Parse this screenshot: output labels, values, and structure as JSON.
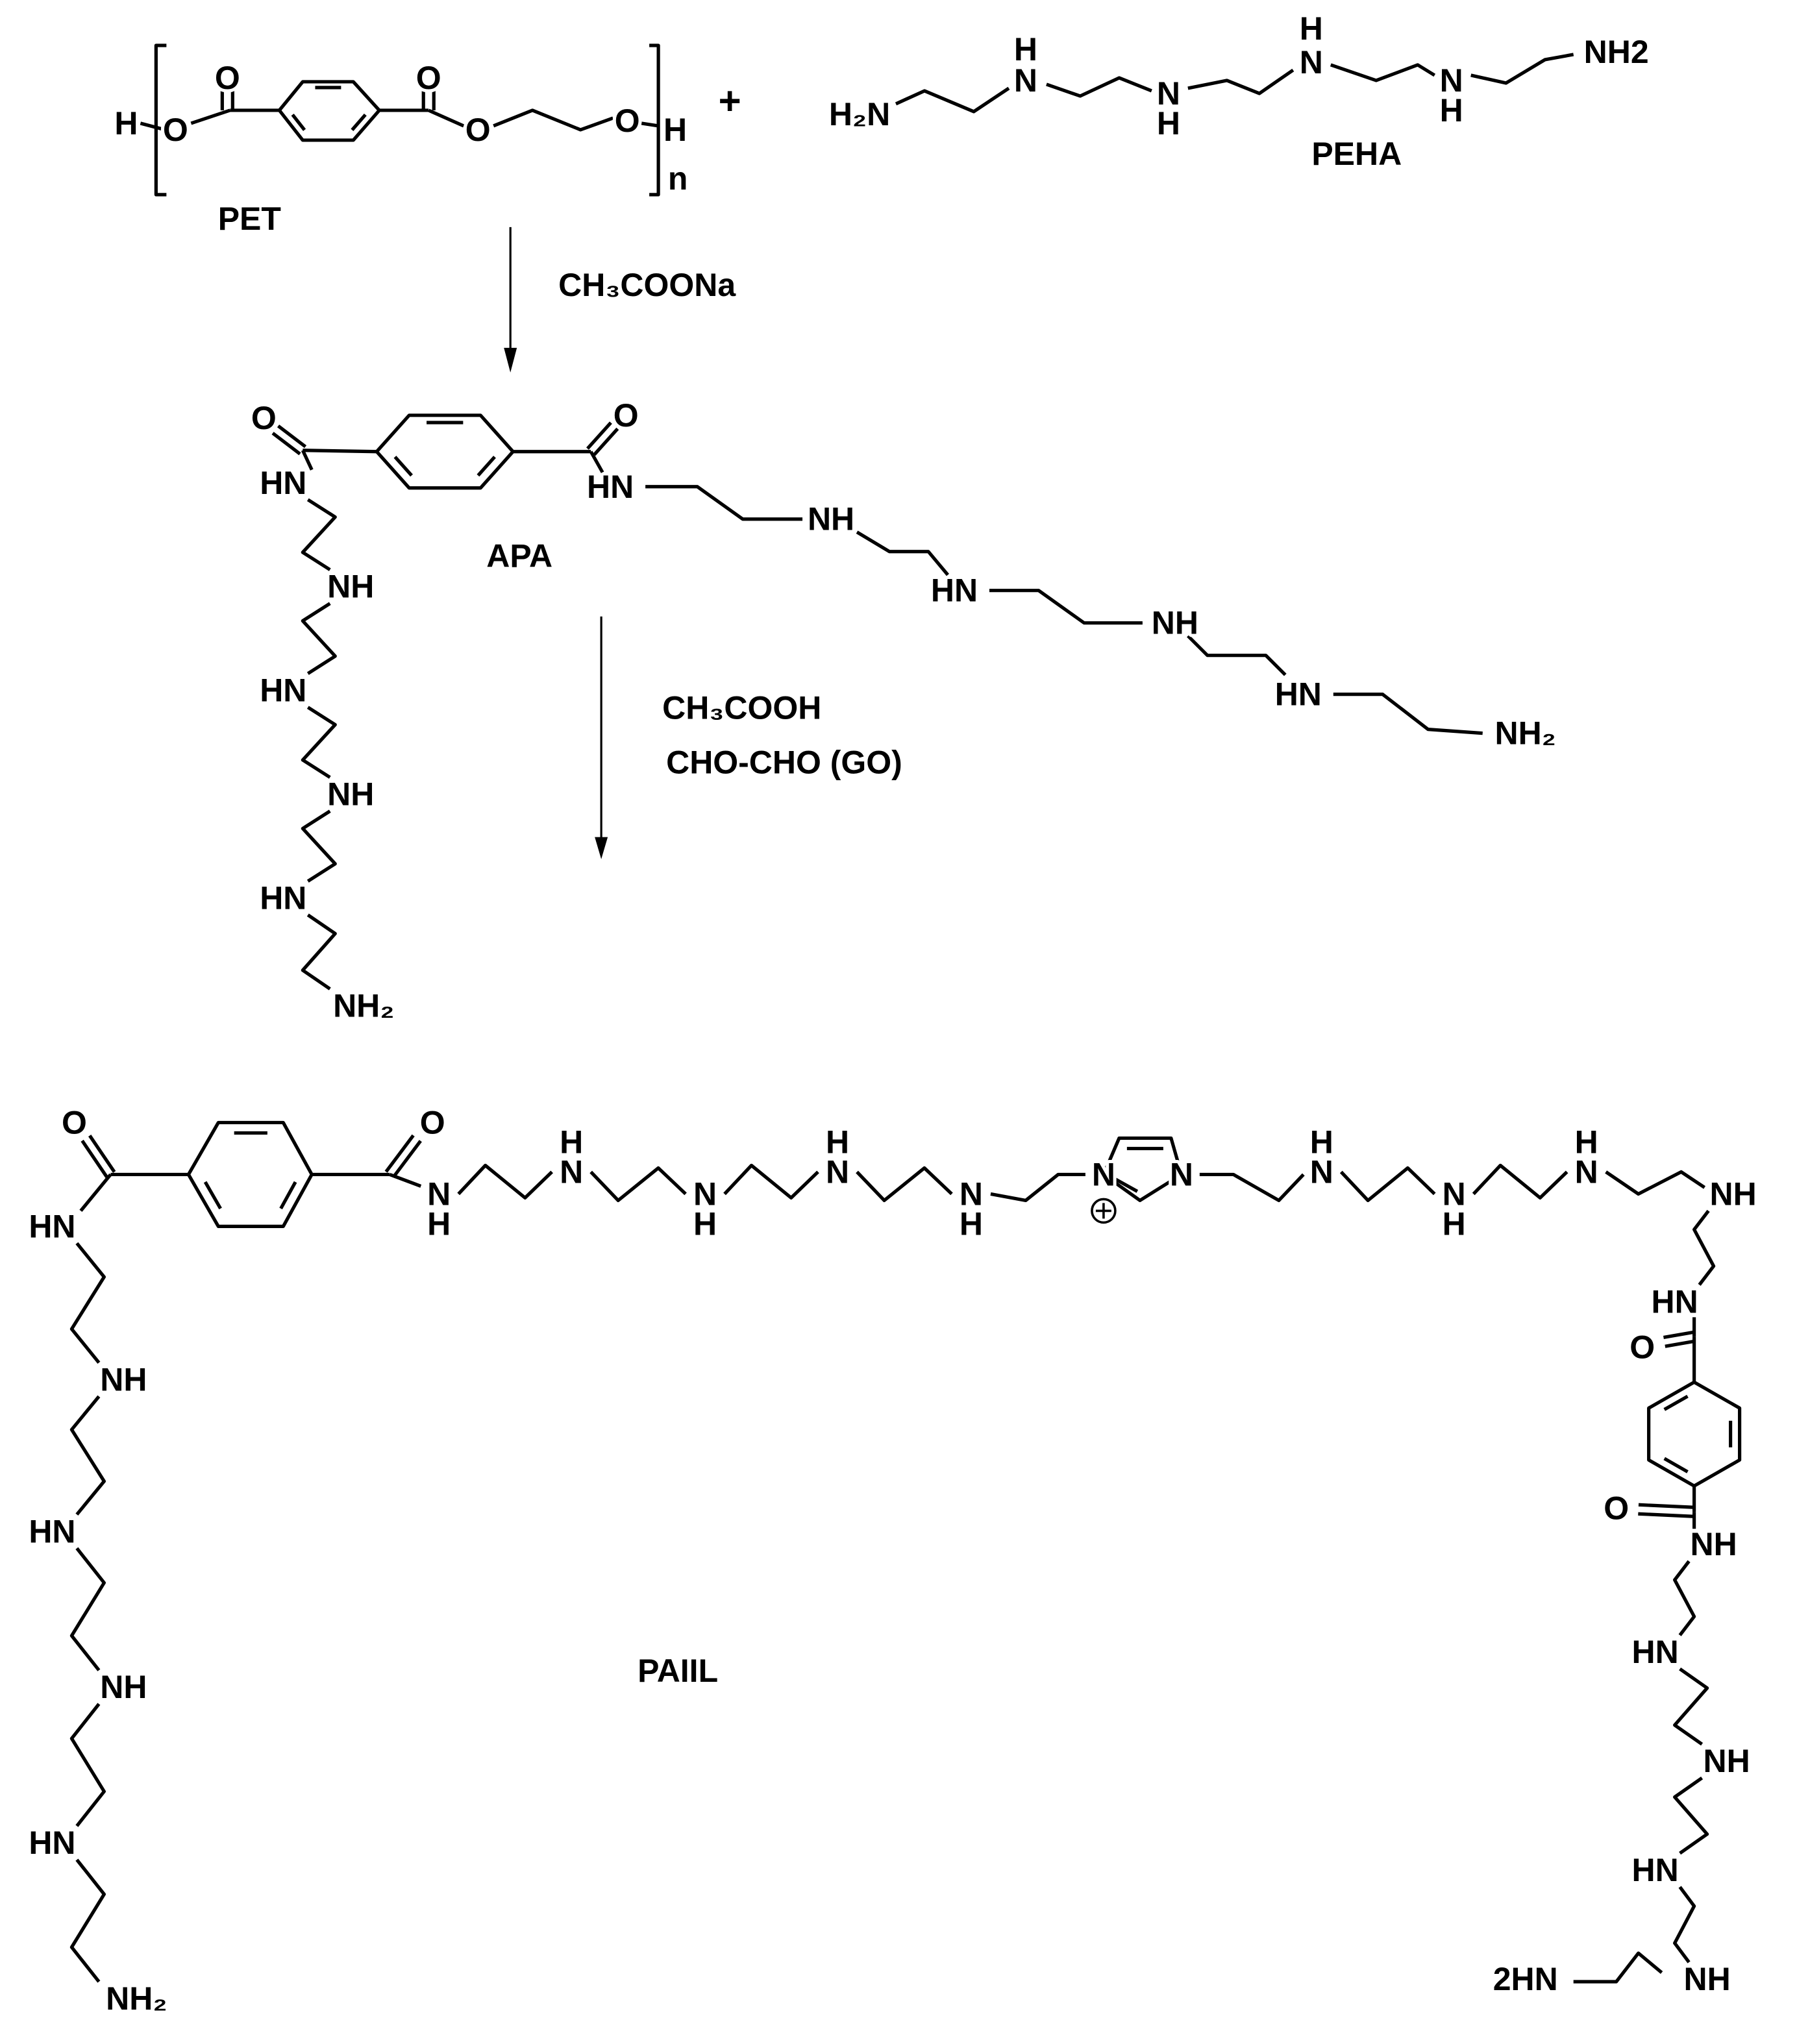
{
  "compounds": {
    "pet": "PET",
    "peha": "PEHA",
    "apa": "APA",
    "paiil": "PAIIL"
  },
  "reagents": {
    "step1": "CH₃COONa",
    "step2_acid": "CH₃COOH",
    "step2_aldehyde": "CHO-CHO (GO)"
  },
  "plus_sign": "+",
  "polymer_subscript": "n",
  "atom_labels": {
    "pet": [
      "H",
      "O",
      "O",
      "O",
      "O",
      "O",
      "H"
    ],
    "peha": [
      "H₂N",
      "H",
      "N",
      "N",
      "H",
      "H",
      "N",
      "N",
      "H",
      "NH2"
    ],
    "apa": [
      "O",
      "O",
      "HN",
      "HN",
      "NH",
      "HN",
      "NH",
      "HN",
      "NH₂",
      "NH",
      "HN",
      "NH",
      "HN",
      "NH₂"
    ],
    "paiil": [
      "O",
      "O",
      "N",
      "H",
      "H",
      "N",
      "N",
      "H",
      "H",
      "N",
      "N",
      "H",
      "N",
      "N",
      "H",
      "N",
      "N",
      "H",
      "H",
      "N",
      "NH",
      "HN",
      "O",
      "O",
      "NH",
      "HN",
      "NH",
      "HN",
      "NH",
      "2HN",
      "HN",
      "NH",
      "HN",
      "NH",
      "HN",
      "NH₂"
    ]
  },
  "icons": {
    "imidazolium_charge": "plus-in-circle"
  }
}
